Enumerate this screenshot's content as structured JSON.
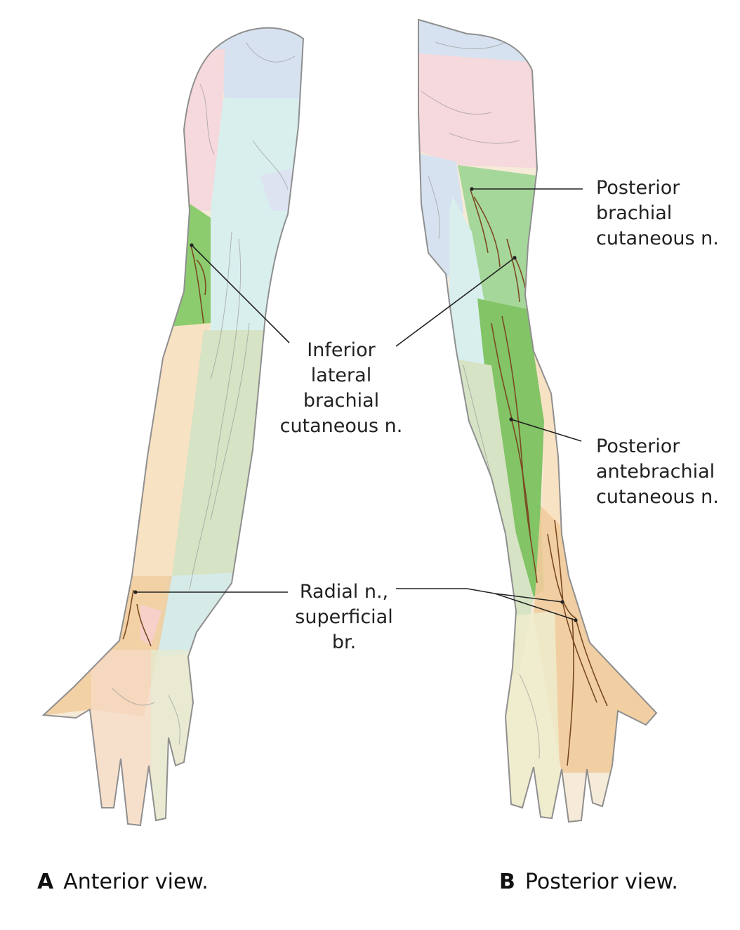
{
  "colors": {
    "outline": "#8f8f8f",
    "skin": "#f6ead8",
    "radial_superficial": "#f1cc9c",
    "radial_superficial_dark": "#e0b880",
    "inferior_lateral_brachial": "#8ccc6e",
    "posterior_brachial": "#a6d79a",
    "posterior_antebrachial": "#82c466",
    "blue_zone": "#d6e2ef",
    "pink_zone": "#f6d9dc",
    "aqua_zone": "#d8efee",
    "sage_zone": "#d6e3c4",
    "nerve": "#7a4a22",
    "leader": "#222222"
  },
  "labels": {
    "inferior_lateral_brachial": [
      "Inferior",
      "lateral",
      "brachial",
      "cutaneous n."
    ],
    "radial_superficial": [
      "Radial n.,",
      "superficial",
      "br."
    ],
    "posterior_brachial": [
      "Posterior",
      "brachial",
      "cutaneous n."
    ],
    "posterior_antebrachial": [
      "Posterior",
      "antebrachial",
      "cutaneous n."
    ]
  },
  "captions": {
    "a": {
      "letter": "A",
      "text": "Anterior view."
    },
    "b": {
      "letter": "B",
      "text": "Posterior view."
    }
  }
}
